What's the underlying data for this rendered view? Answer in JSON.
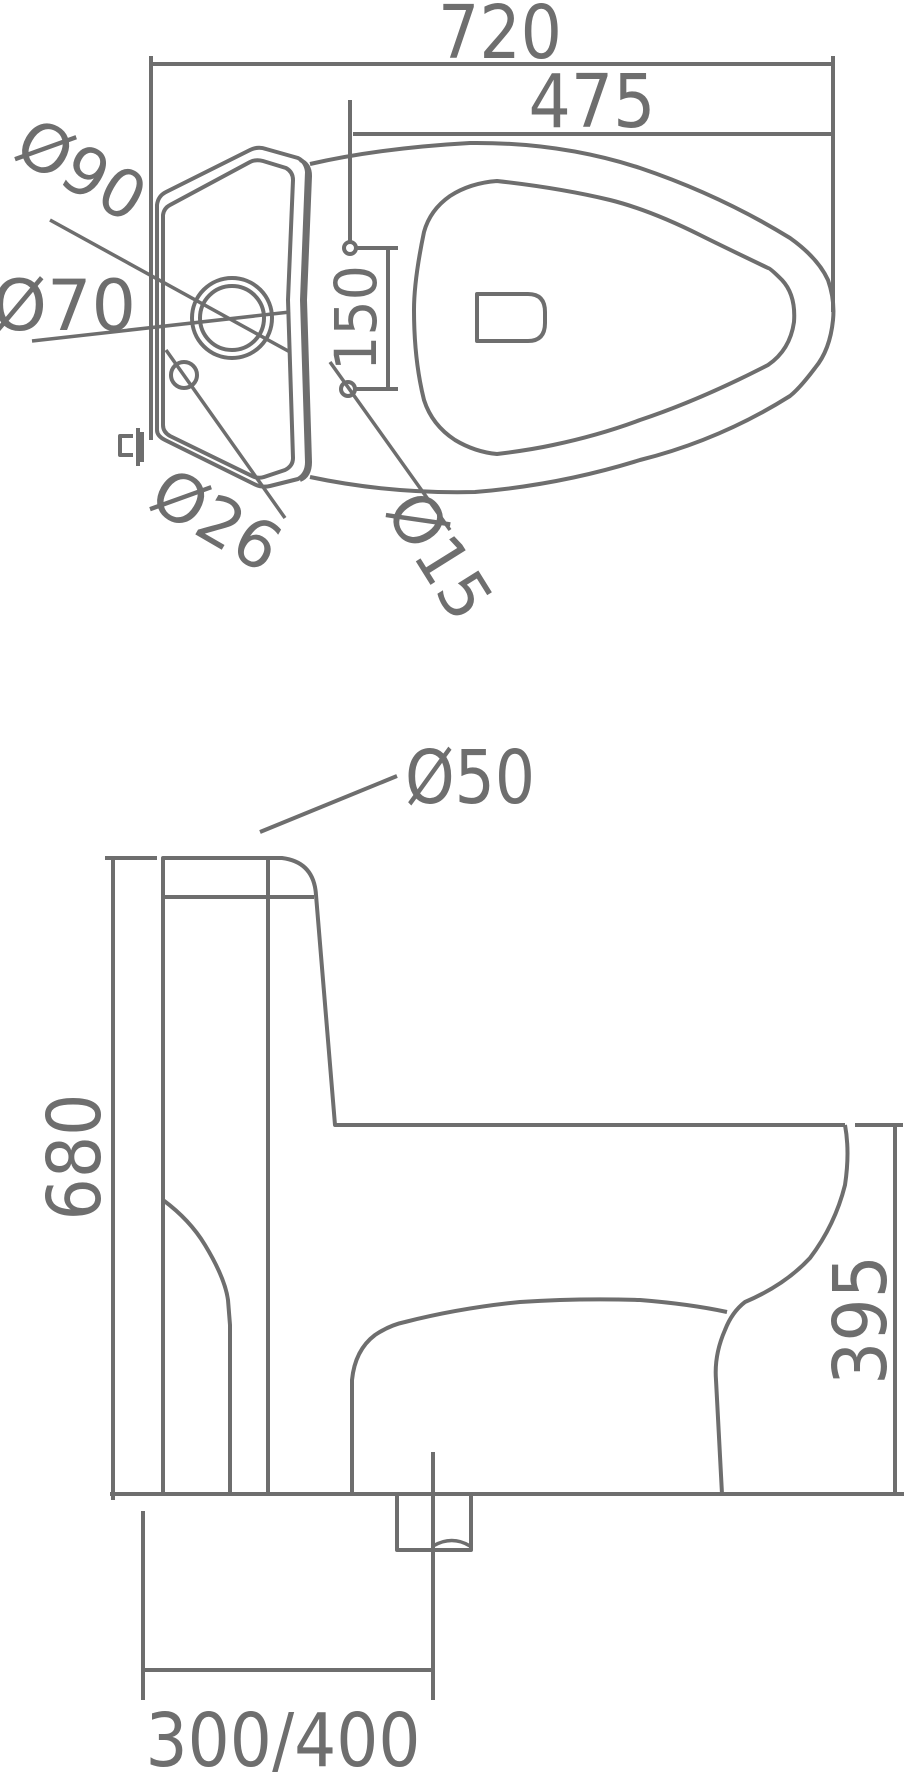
{
  "drawing": {
    "title": "One-piece toilet technical drawing",
    "line_color": "#6e6e6e",
    "background": "#ffffff",
    "views": {
      "top_view": {
        "dimensions": {
          "overall_length": "720",
          "bowl_length": "475",
          "bolt_spacing": "150"
        },
        "diameters": {
          "flush_outer": "Ø90",
          "flush_inner": "Ø70",
          "inlet_hole": "Ø26",
          "seat_bolt_hole": "Ø15"
        },
        "icons": [
          "tank-outline",
          "flush-button-circle",
          "seat-lid-hinge-d",
          "water-valve-glyph",
          "bowl-outline"
        ]
      },
      "side_view": {
        "dimensions": {
          "overall_height": "680",
          "seat_height": "395",
          "rough_in": "300/400"
        },
        "diameters": {
          "tank_top": "Ø50"
        }
      }
    }
  }
}
